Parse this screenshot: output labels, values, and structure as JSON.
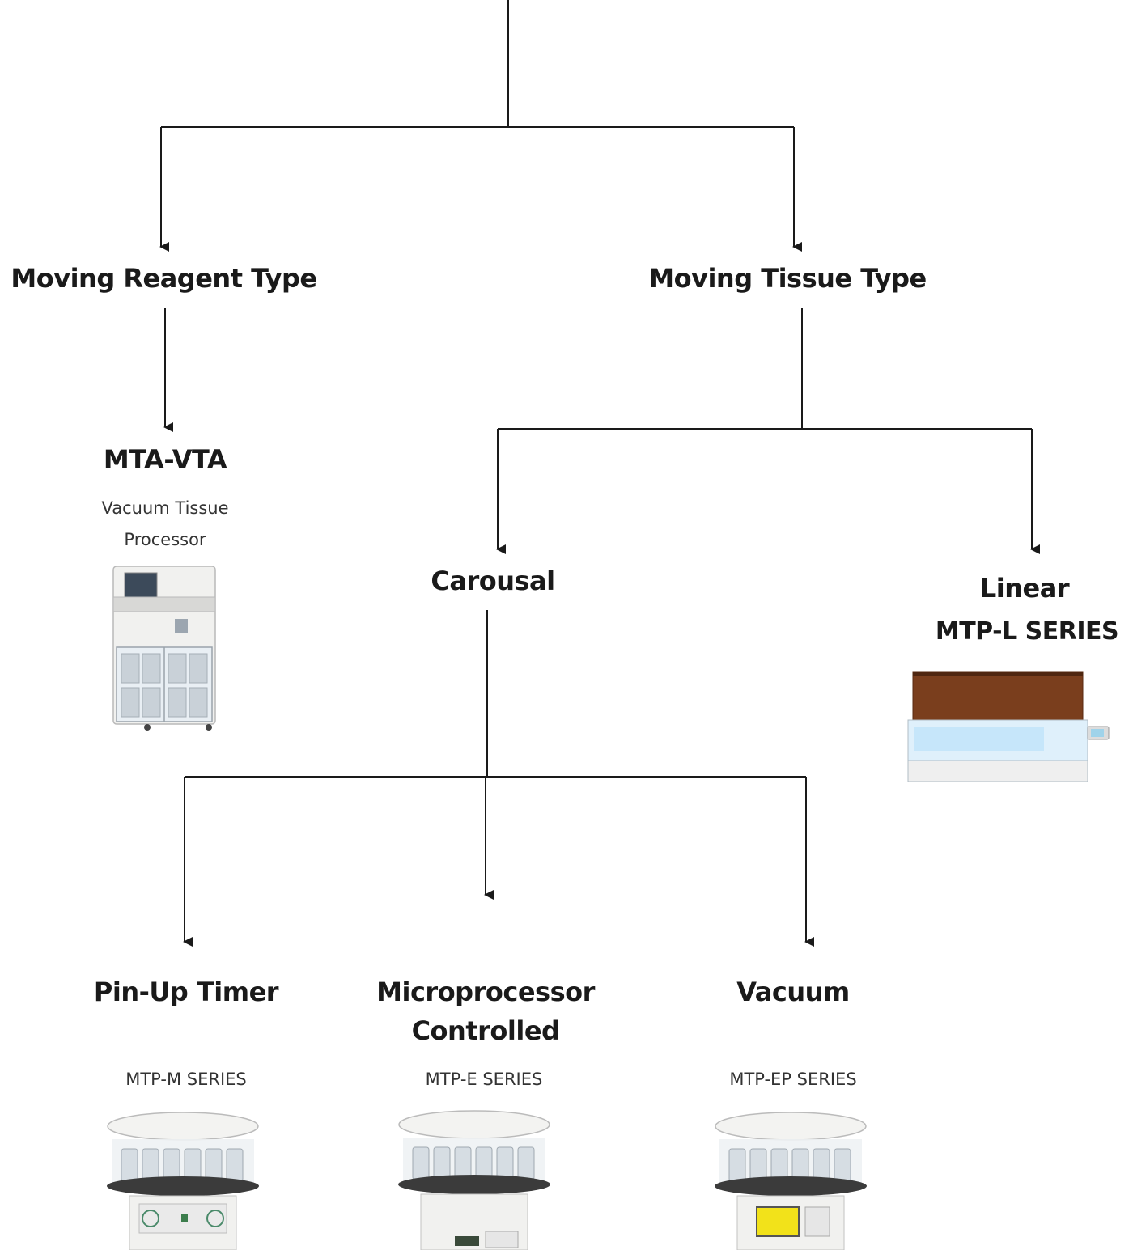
{
  "nodes": {
    "moving_reagent": {
      "title": "Moving Reagent Type"
    },
    "moving_tissue": {
      "title": "Moving Tissue Type"
    },
    "mta_vta": {
      "title": "MTA-VTA",
      "subtitle_line1": "Vacuum Tissue",
      "subtitle_line2": "Processor"
    },
    "carousal": {
      "title": "Carousal"
    },
    "linear": {
      "title": "Linear",
      "series": "MTP-L SERIES"
    },
    "pin_up": {
      "title": "Pin-Up Timer",
      "series": "MTP-M SERIES"
    },
    "microprocessor": {
      "title_line1": "Microprocessor",
      "title_line2": "Controlled",
      "series": "MTP-E SERIES"
    },
    "vacuum": {
      "title": "Vacuum",
      "series": "MTP-EP SERIES"
    }
  },
  "colors": {
    "line": "#1a1a1a",
    "text": "#1a1a1a",
    "subtext": "#333333",
    "linear_lid": "#7a3e1d"
  }
}
